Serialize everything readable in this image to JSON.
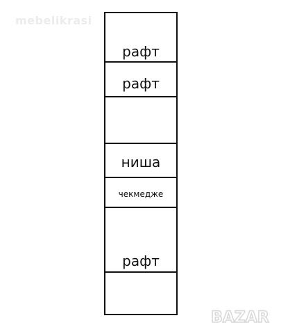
{
  "watermark_top": "mebelikrasi",
  "watermark_bottom": "BAZAR",
  "compartments": {
    "c1": "рафт",
    "c2": "рафт",
    "c4": "ниша",
    "c5": "чекмедже",
    "c6": "рафт"
  }
}
